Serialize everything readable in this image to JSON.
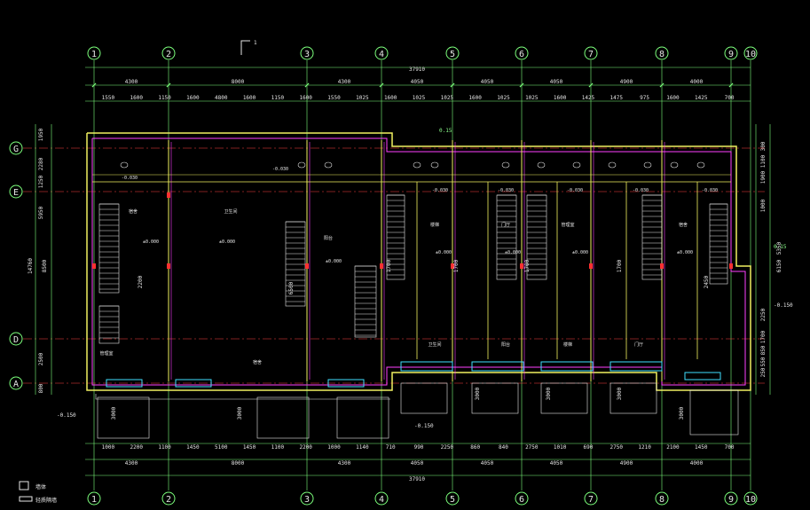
{
  "drawing": {
    "section_mark": "1",
    "total_width": "37910",
    "top_axes": [
      "1",
      "2",
      "3",
      "4",
      "5",
      "6",
      "7",
      "8",
      "9",
      "10"
    ],
    "side_axes": [
      "G",
      "E",
      "D",
      "A"
    ],
    "top_bay_dims": [
      "4300",
      "8000",
      "4300",
      "4050",
      "4050",
      "4050",
      "4900",
      "4000"
    ],
    "bottom_bay_dims": [
      "4300",
      "8000",
      "4300",
      "4050",
      "4050",
      "4050",
      "4900",
      "4000"
    ],
    "top_detail_dims": [
      "1550",
      "1600",
      "1150",
      "1600",
      "4800",
      "1600",
      "1150",
      "1600",
      "1550",
      "1025",
      "1600",
      "1025",
      "1025",
      "1600",
      "1025",
      "1025",
      "1600",
      "1425",
      "1475",
      "975",
      "1600",
      "1425",
      "700"
    ],
    "bottom_detail_dims": [
      "1000",
      "2200",
      "1100",
      "1450",
      "5100",
      "1450",
      "1100",
      "2200",
      "1000",
      "1140",
      "710",
      "990",
      "2250",
      "860",
      "840",
      "2750",
      "1010",
      "690",
      "2750",
      "1210",
      "2100",
      "1450",
      "700"
    ],
    "left_dims": [
      "1950",
      "2280",
      "1250",
      "5950",
      "8500",
      "14760",
      "2500",
      "800"
    ],
    "right_dims": [
      "300",
      "1100",
      "1900",
      "1000",
      "5350",
      "2250",
      "6150",
      "1700",
      "850",
      "550",
      "250"
    ],
    "levels": {
      "main": "±0.000",
      "outside": "-0.150",
      "corridor": "-0.030",
      "top": "0.15",
      "side": "0.15"
    },
    "rooms": [
      "宿舍",
      "卫生间",
      "阳台",
      "楼梯",
      "门厅",
      "管理室"
    ],
    "legend": [
      {
        "label": "墙体"
      },
      {
        "label": "轻质隔墙"
      }
    ]
  }
}
